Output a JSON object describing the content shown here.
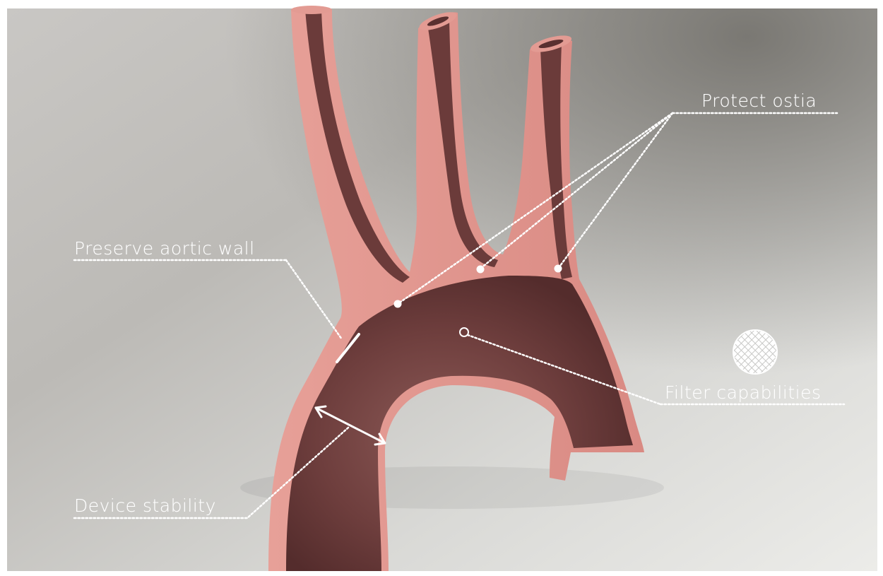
{
  "annotations": {
    "protect_ostia": "Protect ostia",
    "preserve_aortic_wall": "Preserve aortic wall",
    "filter_capabilities": "Filter capabilities",
    "device_stability": "Device stability"
  },
  "colors": {
    "tissue_outer": "#e9a49d",
    "tissue_inner": "#6f4141",
    "annotation": "#ffffff",
    "background_light": "#e7e7e4",
    "background_dark": "#7d7b76"
  },
  "icons": [
    "mesh-filter-icon",
    "double-arrow-icon",
    "wall-marker-icon",
    "ostium-marker-icon"
  ]
}
